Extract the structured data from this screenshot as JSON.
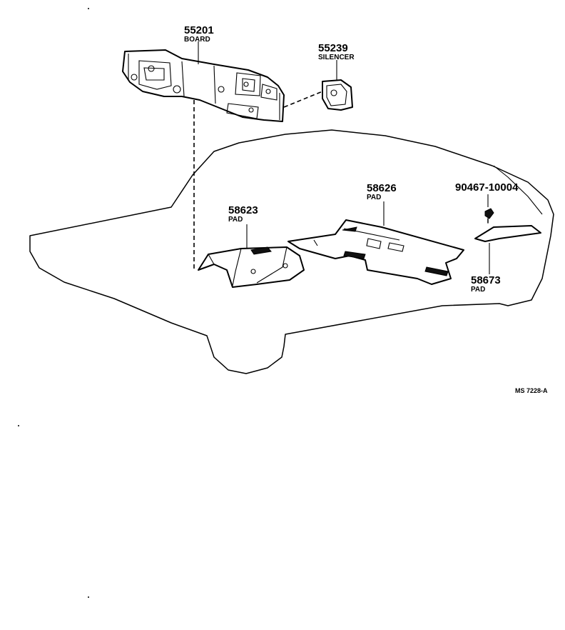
{
  "parts": [
    {
      "number": "55201",
      "name": "BOARD"
    },
    {
      "number": "55239",
      "name": "SILENCER"
    },
    {
      "number": "58626",
      "name": "PAD"
    },
    {
      "number": "90467-10004",
      "name": ""
    },
    {
      "number": "58623",
      "name": "PAD"
    },
    {
      "number": "58673",
      "name": "PAD"
    }
  ],
  "diagram_ref": "MS 7228-A"
}
